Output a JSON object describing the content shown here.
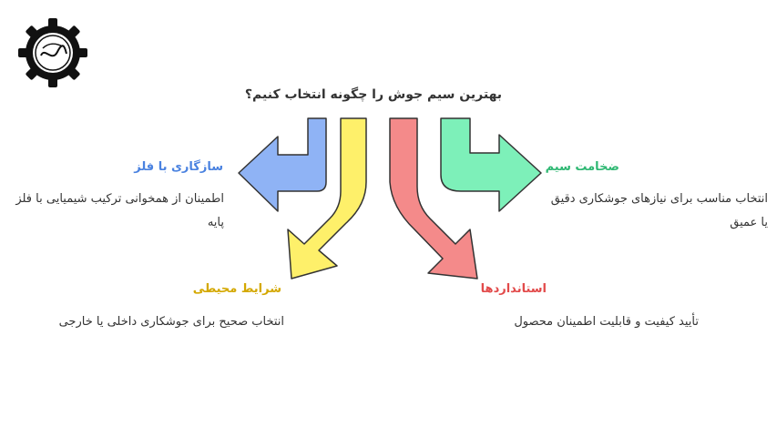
{
  "title": "بهترین سیم جوش را چگونه انتخاب کنیم؟",
  "items": [
    {
      "heading": "سازگاری با فلز",
      "desc": "اطمینان از همخوانی ترکیب شیمیایی با فلز پایه",
      "color": "#8fb3f5",
      "heading_color": "#4a82e0"
    },
    {
      "heading": "شرایط محیطی",
      "desc": "انتخاب صحیح برای جوشکاری داخلی یا خارجی",
      "color": "#fef06a",
      "heading_color": "#d4a800"
    },
    {
      "heading": "استانداردها",
      "desc": "تأیید کیفیت و قابلیت اطمینان محصول",
      "color": "#f48a8a",
      "heading_color": "#e24a4a"
    },
    {
      "heading": "ضخامت سیم",
      "desc": "انتخاب مناسب برای نیازهای جوشکاری دقیق یا عمیق",
      "color": "#7df0b9",
      "heading_color": "#2fb873"
    }
  ],
  "logo_icon": "gear-logo-icon"
}
